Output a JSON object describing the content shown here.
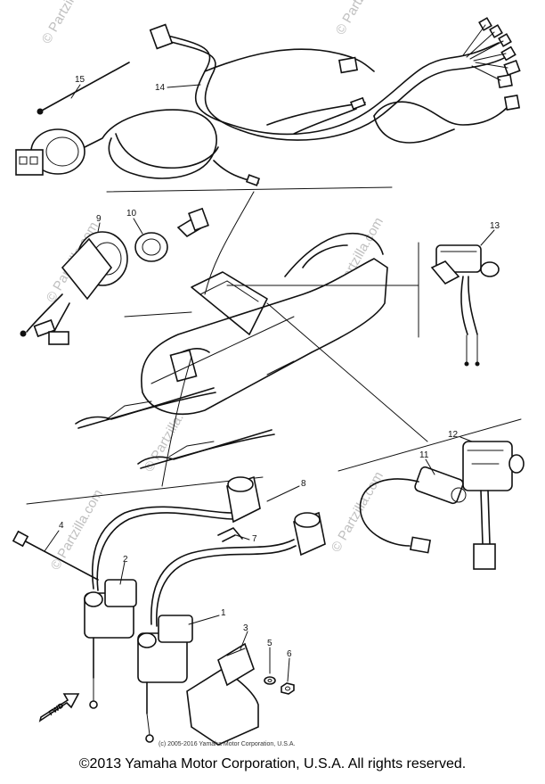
{
  "callouts": {
    "c1": "1",
    "c2": "2",
    "c3": "3",
    "c4": "4",
    "c5": "5",
    "c6": "6",
    "c7": "7",
    "c8": "8",
    "c9": "9",
    "c10": "10",
    "c11": "11",
    "c12": "12",
    "c13": "13",
    "c14": "14",
    "c15": "15"
  },
  "fwd_label": "FWD",
  "watermarks": {
    "w1": "© Partzilla.com",
    "w2": "© Partzilla.com",
    "w3": "© Partzilla.com",
    "w4": "© Partzilla.com",
    "w5": "© Partzilla.com",
    "w6": "© Partzilla.com",
    "w7": "© Partzilla.com"
  },
  "inner_copyright": "(c) 2005-2016 Yamaha Motor Corporation, U.S.A.",
  "footer": "©2013 Yamaha Motor Corporation, U.S.A. All rights reserved."
}
